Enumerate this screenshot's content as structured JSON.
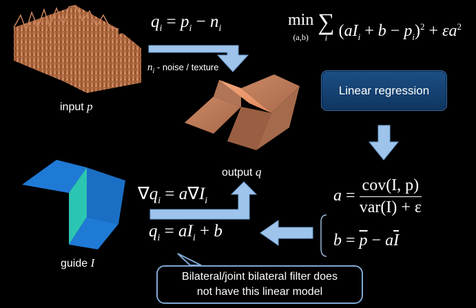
{
  "captions": {
    "input_label": "input",
    "input_var": "p",
    "output_label": "output",
    "output_var": "q",
    "guide_label": "guide",
    "guide_var": "I",
    "noise_label": " - noise / texture"
  },
  "formulas": {
    "q_def": "q_i = p_i − n_i",
    "min_sub": "(a,b)",
    "grad": "∇q_i = a∇I_i",
    "linear": "q_i = aI_i + b",
    "a_num": "cov(I, p)",
    "a_den": "var(I) + ε",
    "b_eq": "b = p̄ − aĪ"
  },
  "button": {
    "label": "Linear regression"
  },
  "callout": {
    "line1": "Bilateral/joint bilateral filter does",
    "line2": "not have this linear model"
  },
  "colors": {
    "arrow": "#9ec4ec",
    "button_bg": "#174a7e",
    "output_surface": "#c8825c",
    "guide_surface": "#1f78d1",
    "guide_step": "#2fc0b0",
    "input_texture": "#b46b42"
  }
}
